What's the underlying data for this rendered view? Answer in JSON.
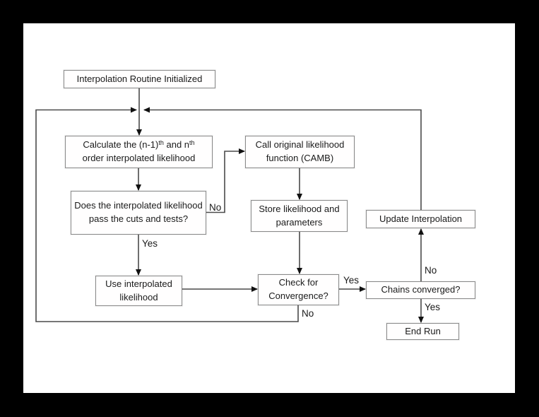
{
  "diagram": {
    "nodes": {
      "interp_init": {
        "label": "Interpolation Routine Initialized"
      },
      "calculate": {
        "line1_a": "Calculate the (n-1)",
        "line1_sup1": "th",
        "line1_b": " and n",
        "line1_sup2": "th",
        "line2": "order interpolated likelihood"
      },
      "cuts_tests": {
        "label": "Does the interpolated likelihood pass the cuts and tests?"
      },
      "call_original": {
        "label": "Call original likelihood function (CAMB)"
      },
      "store": {
        "label": "Store likelihood and parameters"
      },
      "update_interp": {
        "label": "Update Interpolation"
      },
      "use_interp": {
        "label": "Use interpolated likelihood"
      },
      "check_conv": {
        "label": "Check for Convergence?"
      },
      "chains_conv": {
        "label": "Chains converged?"
      },
      "end_run": {
        "label": "End Run"
      }
    },
    "edge_labels": {
      "cuts_no": "No",
      "cuts_yes": "Yes",
      "check_yes": "Yes",
      "check_no": "No",
      "chains_no": "No",
      "chains_yes": "Yes"
    },
    "colors": {
      "background": "#000000",
      "paper": "#ffffff",
      "box_border": "#8a8a8a",
      "line": "#4a4a4a",
      "arrowhead": "#111111",
      "text": "#1a1a1a"
    }
  }
}
